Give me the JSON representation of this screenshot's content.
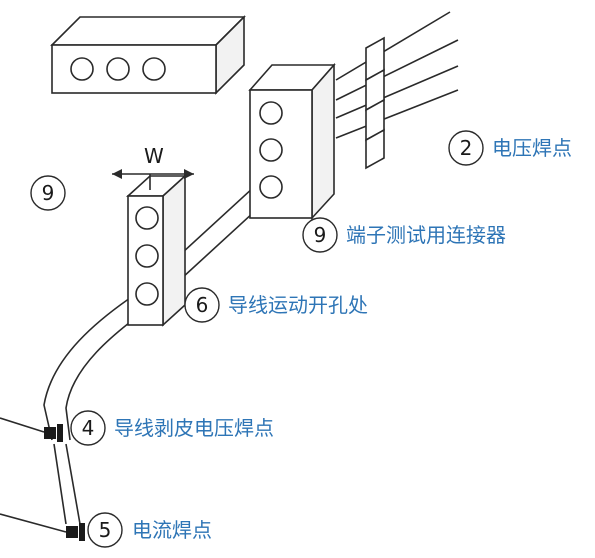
{
  "labels": {
    "w": "W",
    "voltage_weld_point": "电压焊点",
    "terminal_connector": "端子测试用连接器",
    "wire_exit_hole": "导线运动开孔处",
    "stripped_voltage_weld": "导线剥皮电压焊点",
    "current_weld_point": "电流焊点"
  },
  "numbers": {
    "n2": "2",
    "n9_left": "9",
    "n9_right": "9",
    "n6": "6",
    "n4": "4",
    "n5": "5"
  },
  "colors": {
    "label_blue": "#2e75b6",
    "line": "#2a2a2a"
  }
}
